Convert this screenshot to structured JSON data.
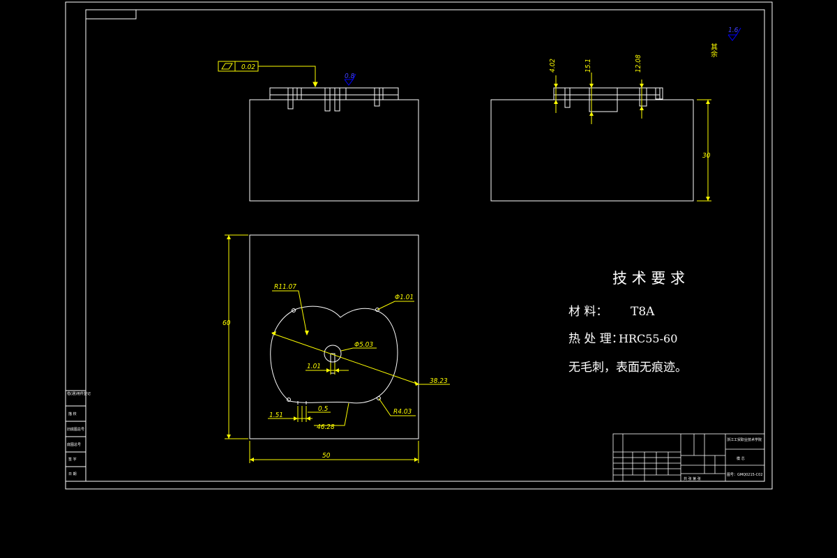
{
  "colors": {
    "background": "#000000",
    "lines": "#ffffff",
    "dimensions": "#ffff00",
    "surface_marks": "#0000ff"
  },
  "tolerance": {
    "value": "0.02"
  },
  "surface_roughness": {
    "top_view": "0.8",
    "corner_mark": "1.6",
    "corner_note": "其余"
  },
  "side_view_dims": [
    "4.02",
    "15.1",
    "12.08",
    "30"
  ],
  "plan_view_dims": {
    "height": "60",
    "width": "50",
    "r1": "R11.07",
    "hole_small": "Φ1.01",
    "hole_center": "Φ5.03",
    "slot": "1.01",
    "diag": "38.23",
    "r2": "R4.03",
    "d1": "1.51",
    "d2": "0.5",
    "d3": "46.28"
  },
  "tech_requirements": {
    "title": "技 术 要 求",
    "material_label": "材    料：",
    "material_value": "T8A",
    "heat_label": "热 处 理：",
    "heat_value": "HRC55-60",
    "finish": "无毛刺，表面无痕迹。"
  },
  "side_stamp": {
    "rows": [
      "借(通)用件登记",
      "描  校",
      "旧底图总号",
      "底图总号",
      "签  字",
      "日  期"
    ]
  },
  "title_block": {
    "company": "浙江工贸职业技术学院",
    "part_name": "模 芯",
    "drawing_no": "图号：GMQ0215-C02",
    "sheet": "共 张  第 张"
  }
}
